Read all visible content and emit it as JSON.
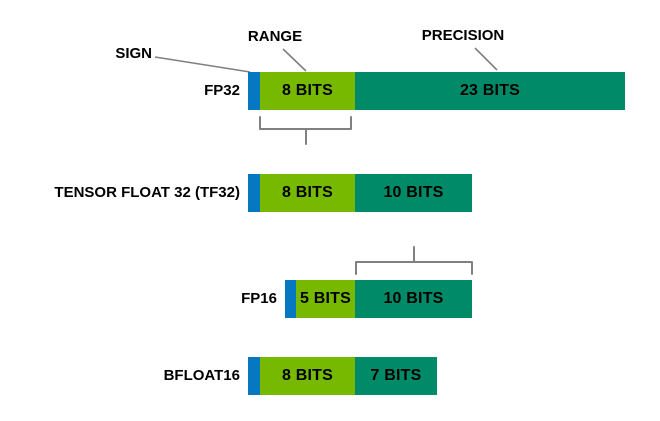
{
  "diagram": {
    "description": "Floating point bit-format comparison diagram (sign / exponent range / mantissa precision)",
    "top_labels": {
      "sign": "SIGN",
      "range": "RANGE",
      "precision": "PRECISION"
    },
    "colors": {
      "sign_blue": "#0678C2",
      "exponent_green": "#76B900",
      "mantissa_teal": "#008A68",
      "connector_gray": "#808080",
      "text_black": "#000000",
      "background": "#FFFFFF"
    },
    "rows": [
      {
        "name": "FP32",
        "sign_bits": 1,
        "exponent": {
          "bits": 8,
          "label": "8 BITS"
        },
        "mantissa": {
          "bits": 23,
          "label": "23 BITS"
        }
      },
      {
        "name": "TENSOR FLOAT 32 (TF32)",
        "sign_bits": 1,
        "exponent": {
          "bits": 8,
          "label": "8 BITS"
        },
        "mantissa": {
          "bits": 10,
          "label": "10 BITS"
        }
      },
      {
        "name": "FP16",
        "sign_bits": 1,
        "exponent": {
          "bits": 5,
          "label": "5 BITS"
        },
        "mantissa": {
          "bits": 10,
          "label": "10 BITS"
        }
      },
      {
        "name": "BFLOAT16",
        "sign_bits": 1,
        "exponent": {
          "bits": 8,
          "label": "8 BITS"
        },
        "mantissa": {
          "bits": 7,
          "label": "7 BITS"
        }
      }
    ]
  }
}
